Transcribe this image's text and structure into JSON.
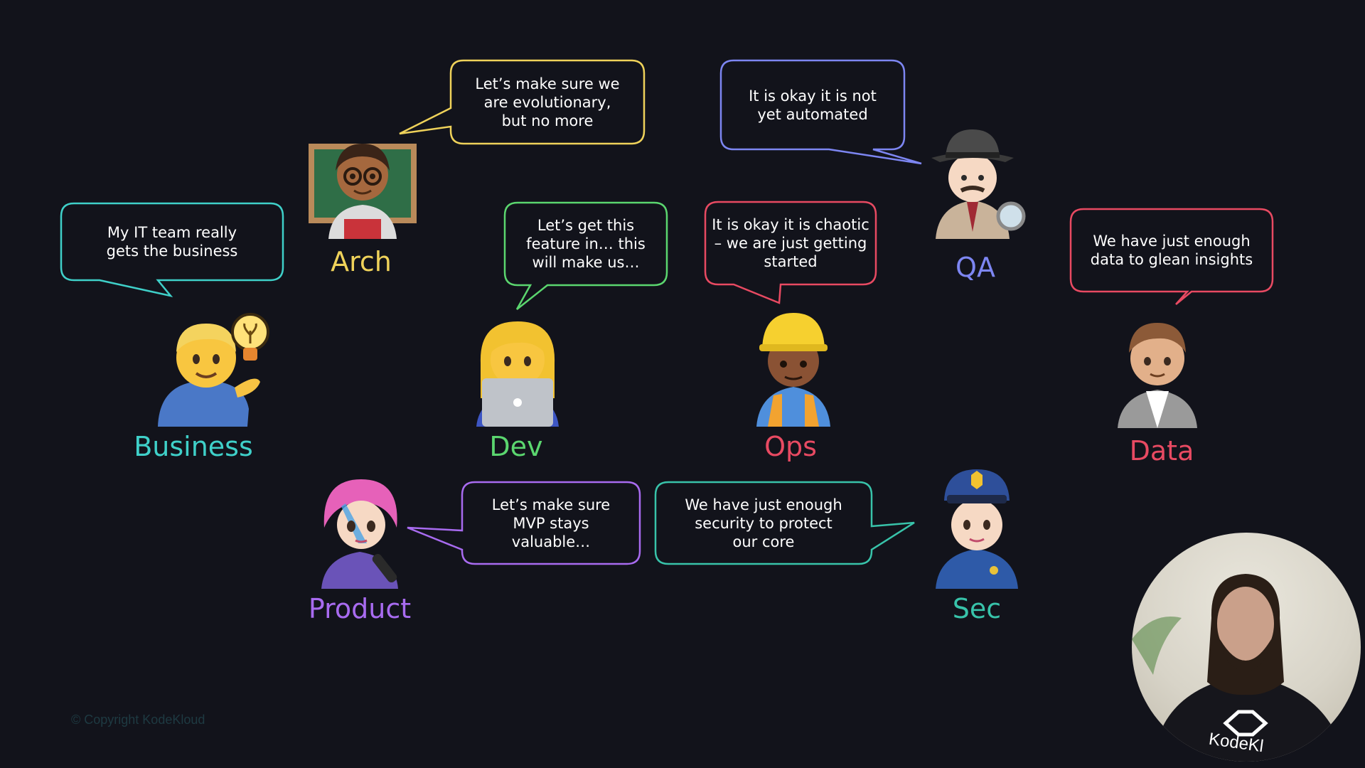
{
  "roles": {
    "business": "Business",
    "arch": "Arch",
    "dev": "Dev",
    "ops": "Ops",
    "qa": "QA",
    "data": "Data",
    "product": "Product",
    "sec": "Sec"
  },
  "bubbles": {
    "business": "My IT team really\ngets the business",
    "arch": "Let’s make sure we\nare evolutionary,\nbut no more",
    "dev": "Let’s get this\nfeature in… this\nwill make us…",
    "ops": "It is okay it is chaotic\n– we are just getting\nstarted",
    "qa": "It is okay it is not\nyet automated",
    "data": "We have just enough\ndata to glean insights",
    "product": "Let’s make sure\nMVP stays\nvaluable…",
    "sec": "We have just enough\nsecurity to protect\nour core"
  },
  "colors": {
    "business": "#3fd0c9",
    "arch": "#efd25a",
    "dev": "#5bd66f",
    "ops": "#e84a62",
    "qa": "#7d86f2",
    "data": "#e84a62",
    "product": "#a86bf0",
    "sec": "#38c3aa"
  },
  "icons": {
    "business": "man-with-lightbulb-icon",
    "arch": "teacher-icon",
    "dev": "technologist-with-laptop-icon",
    "ops": "construction-worker-icon",
    "qa": "detective-icon",
    "data": "office-worker-icon",
    "product": "singer-icon",
    "sec": "police-officer-icon"
  },
  "footer": {
    "copyright": "© Copyright KodeKloud"
  },
  "presenter": {
    "brand": "KodeKl"
  }
}
